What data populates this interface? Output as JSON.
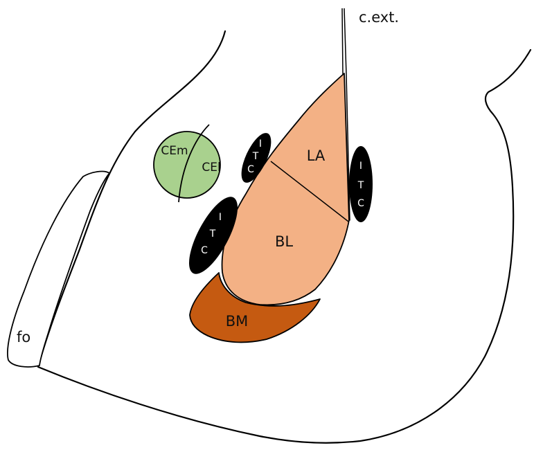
{
  "labels": {
    "c_ext": "c.ext.",
    "la": "LA",
    "bl": "BL",
    "bm": "BM",
    "cem": "CEm",
    "cel": "CEl",
    "fo": "fo",
    "itc_letters": [
      "I",
      "T",
      "C"
    ]
  },
  "colors": {
    "basolateral": "#f3b185",
    "basomedial": "#c55a11",
    "central": "#a9d18e",
    "itc": "#000000",
    "outline": "#000000",
    "background": "#ffffff"
  }
}
